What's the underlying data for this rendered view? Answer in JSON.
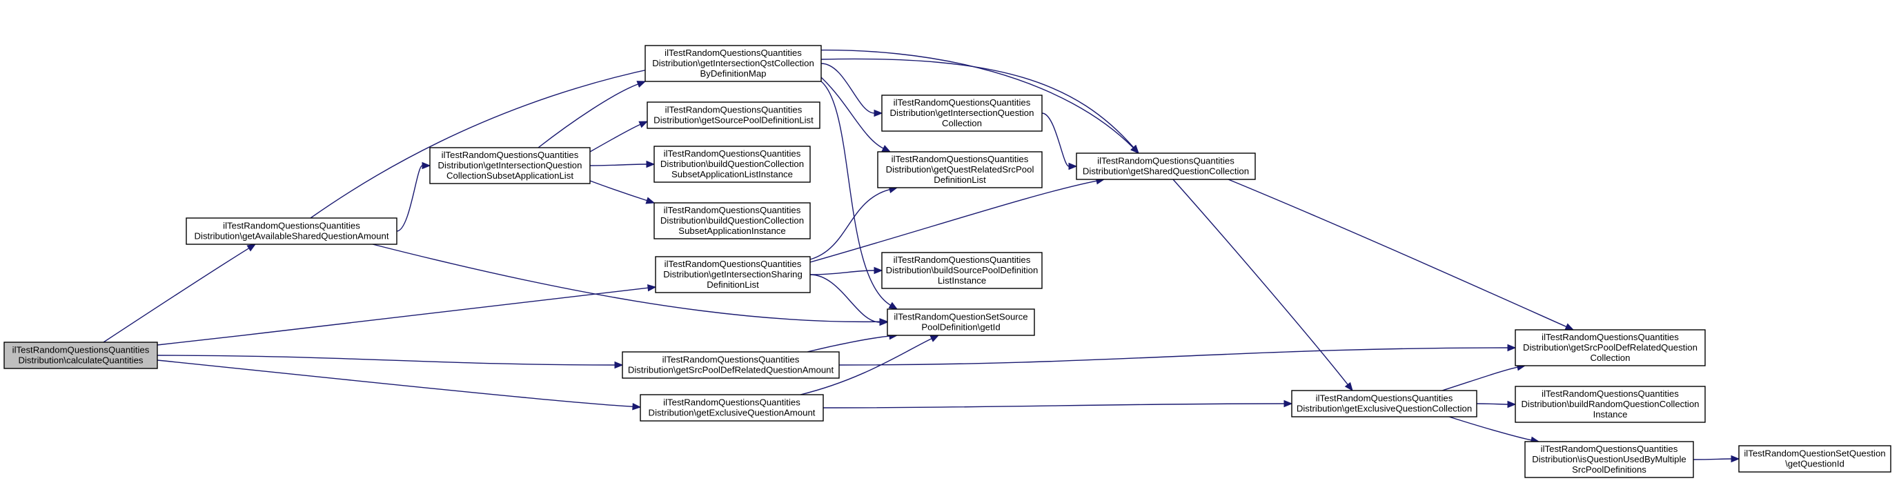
{
  "graph": {
    "nodes": [
      {
        "id": "root",
        "lines": [
          "ilTestRandomQuestionsQuantities",
          "Distribution\\calculateQuantities"
        ]
      },
      {
        "id": "shared_amount",
        "lines": [
          "ilTestRandomQuestionsQuantities",
          "Distribution\\getAvailableSharedQuestionAmount"
        ]
      },
      {
        "id": "intersect_sharing",
        "lines": [
          "ilTestRandomQuestionsQuantities",
          "Distribution\\getIntersectionSharing",
          "DefinitionList"
        ]
      },
      {
        "id": "srcpool_amount",
        "lines": [
          "ilTestRandomQuestionsQuantities",
          "Distribution\\getSrcPoolDefRelatedQuestionAmount"
        ]
      },
      {
        "id": "exclusive_amount",
        "lines": [
          "ilTestRandomQuestionsQuantities",
          "Distribution\\getExclusiveQuestionAmount"
        ]
      },
      {
        "id": "subset_list",
        "lines": [
          "ilTestRandomQuestionsQuantities",
          "Distribution\\getIntersectionQuestion",
          "CollectionSubsetApplicationList"
        ]
      },
      {
        "id": "qst_coll_map",
        "lines": [
          "ilTestRandomQuestionsQuantities",
          "Distribution\\getIntersectionQstCollection",
          "ByDefinitionMap"
        ]
      },
      {
        "id": "source_pool_list",
        "lines": [
          "ilTestRandomQuestionsQuantities",
          "Distribution\\getSourcePoolDefinitionList"
        ]
      },
      {
        "id": "build_subset_list_inst",
        "lines": [
          "ilTestRandomQuestionsQuantities",
          "Distribution\\buildQuestionCollection",
          "SubsetApplicationListInstance"
        ]
      },
      {
        "id": "build_subset_app_inst",
        "lines": [
          "ilTestRandomQuestionsQuantities",
          "Distribution\\buildQuestionCollection",
          "SubsetApplicationInstance"
        ]
      },
      {
        "id": "intersect_qcoll",
        "lines": [
          "ilTestRandomQuestionsQuantities",
          "Distribution\\getIntersectionQuestion",
          "Collection"
        ]
      },
      {
        "id": "quest_related_src",
        "lines": [
          "ilTestRandomQuestionsQuantities",
          "Distribution\\getQuestRelatedSrcPool",
          "DefinitionList"
        ]
      },
      {
        "id": "build_src_pool_def",
        "lines": [
          "ilTestRandomQuestionsQuantities",
          "Distribution\\buildSourcePoolDefinition",
          "ListInstance"
        ]
      },
      {
        "id": "getid",
        "lines": [
          "ilTestRandomQuestionSetSource",
          "PoolDefinition\\getId"
        ]
      },
      {
        "id": "shared_coll",
        "lines": [
          "ilTestRandomQuestionsQuantities",
          "Distribution\\getSharedQuestionCollection"
        ]
      },
      {
        "id": "exclusive_coll",
        "lines": [
          "ilTestRandomQuestionsQuantities",
          "Distribution\\getExclusiveQuestionCollection"
        ]
      },
      {
        "id": "srcpool_related_coll",
        "lines": [
          "ilTestRandomQuestionsQuantities",
          "Distribution\\getSrcPoolDefRelatedQuestion",
          "Collection"
        ]
      },
      {
        "id": "build_random_coll",
        "lines": [
          "ilTestRandomQuestionsQuantities",
          "Distribution\\buildRandomQuestionCollection",
          "Instance"
        ]
      },
      {
        "id": "used_by_multiple",
        "lines": [
          "ilTestRandomQuestionsQuantities",
          "Distribution\\isQuestionUsedByMultiple",
          "SrcPoolDefinitions"
        ]
      },
      {
        "id": "question_getid",
        "lines": [
          "ilTestRandomQuestionSetQuestion",
          "\\getQuestionId"
        ]
      }
    ],
    "edges": [
      {
        "from": "root",
        "to": "shared_amount"
      },
      {
        "from": "root",
        "to": "intersect_sharing"
      },
      {
        "from": "root",
        "to": "srcpool_amount"
      },
      {
        "from": "root",
        "to": "exclusive_amount"
      },
      {
        "from": "shared_amount",
        "to": "subset_list"
      },
      {
        "from": "shared_amount",
        "to": "shared_coll"
      },
      {
        "from": "shared_amount",
        "to": "getid"
      },
      {
        "from": "subset_list",
        "to": "qst_coll_map"
      },
      {
        "from": "subset_list",
        "to": "source_pool_list"
      },
      {
        "from": "subset_list",
        "to": "build_subset_list_inst"
      },
      {
        "from": "subset_list",
        "to": "build_subset_app_inst"
      },
      {
        "from": "qst_coll_map",
        "to": "intersect_qcoll"
      },
      {
        "from": "qst_coll_map",
        "to": "quest_related_src"
      },
      {
        "from": "qst_coll_map",
        "to": "getid"
      },
      {
        "from": "qst_coll_map",
        "to": "shared_coll"
      },
      {
        "from": "intersect_qcoll",
        "to": "shared_coll"
      },
      {
        "from": "intersect_sharing",
        "to": "quest_related_src"
      },
      {
        "from": "intersect_sharing",
        "to": "shared_coll"
      },
      {
        "from": "intersect_sharing",
        "to": "build_src_pool_def"
      },
      {
        "from": "intersect_sharing",
        "to": "getid"
      },
      {
        "from": "srcpool_amount",
        "to": "getid"
      },
      {
        "from": "srcpool_amount",
        "to": "srcpool_related_coll"
      },
      {
        "from": "exclusive_amount",
        "to": "getid"
      },
      {
        "from": "exclusive_amount",
        "to": "exclusive_coll"
      },
      {
        "from": "shared_coll",
        "to": "exclusive_coll"
      },
      {
        "from": "shared_coll",
        "to": "srcpool_related_coll"
      },
      {
        "from": "exclusive_coll",
        "to": "srcpool_related_coll"
      },
      {
        "from": "exclusive_coll",
        "to": "build_random_coll"
      },
      {
        "from": "exclusive_coll",
        "to": "used_by_multiple"
      },
      {
        "from": "used_by_multiple",
        "to": "question_getid"
      }
    ]
  },
  "colors": {
    "edge": "#191970",
    "node_border": "#000000",
    "root_fill": "#bfbfbf",
    "node_fill": "#ffffff"
  }
}
